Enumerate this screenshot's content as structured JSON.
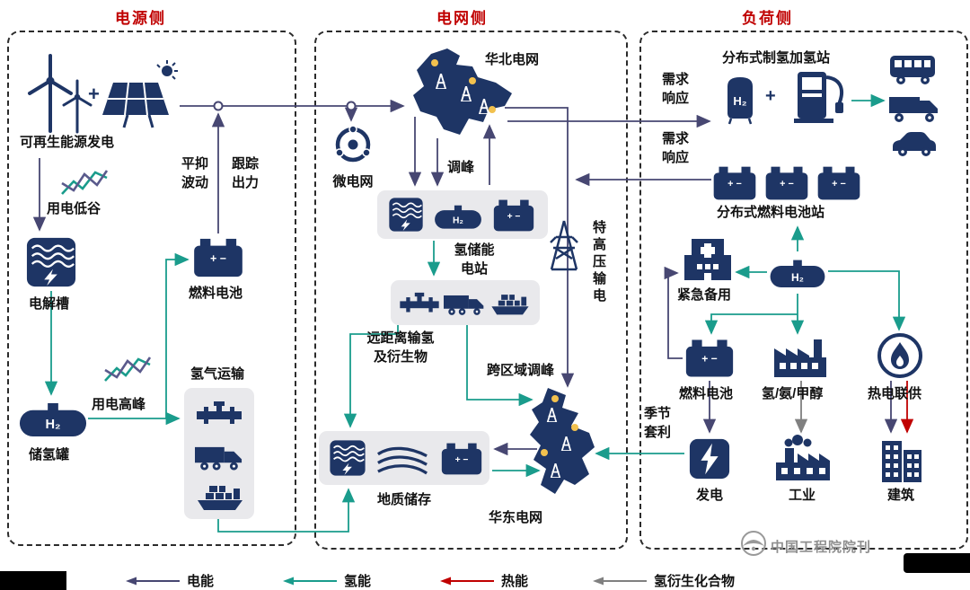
{
  "headers": {
    "source": "电源侧",
    "grid": "电网侧",
    "load": "负荷侧"
  },
  "icon_text": {
    "h2": "H₂",
    "battery_terminals": "+  −",
    "plus": "+"
  },
  "source_panel": {
    "renewable": "可再生能源发电",
    "low_valley": "用电低谷",
    "electrolyzer": "电解槽",
    "storage_tank": "储氢罐",
    "peak": "用电高峰",
    "smooth": "平抑\n波动",
    "track": "跟踪\n出力",
    "fuel_cell": "燃料电池",
    "h2_transport": "氢气运输"
  },
  "grid_panel": {
    "north_grid": "华北电网",
    "microgrid": "微电网",
    "peak_shaving": "调峰",
    "h2_storage_station": "氢储能\n电站",
    "long_distance": "远距离输氢\n及衍生物",
    "uhv": "特高压输电",
    "cross_region": "跨区域调峰",
    "geological": "地质储存",
    "east_grid": "华东电网"
  },
  "load_panel": {
    "demand_response_1": "需求\n响应",
    "demand_response_2": "需求\n响应",
    "h2_station": "分布式制氢加氢站",
    "fuel_cell_station": "分布式燃料电池站",
    "emergency": "紧急备用",
    "fuel_cell": "燃料电池",
    "h2_nh3_meoh": "氢/氨/甲醇",
    "chp": "热电联供",
    "generation": "发电",
    "industry": "工业",
    "building": "建筑",
    "seasonal": "季节\n套利"
  },
  "legend": {
    "items": [
      {
        "label": "电能",
        "color": "#474772"
      },
      {
        "label": "氢能",
        "color": "#1a9c8c"
      },
      {
        "label": "热能",
        "color": "#c00000"
      },
      {
        "label": "氢衍生化合物",
        "color": "#808080"
      }
    ]
  },
  "watermark": "中国工程院院刊",
  "colors": {
    "icon": "#1e3565",
    "header": "#c00000",
    "electric": "#474772",
    "hydrogen": "#1a9c8c",
    "heat": "#c00000",
    "derivative": "#808080",
    "map_dot": "#f2c14e"
  }
}
